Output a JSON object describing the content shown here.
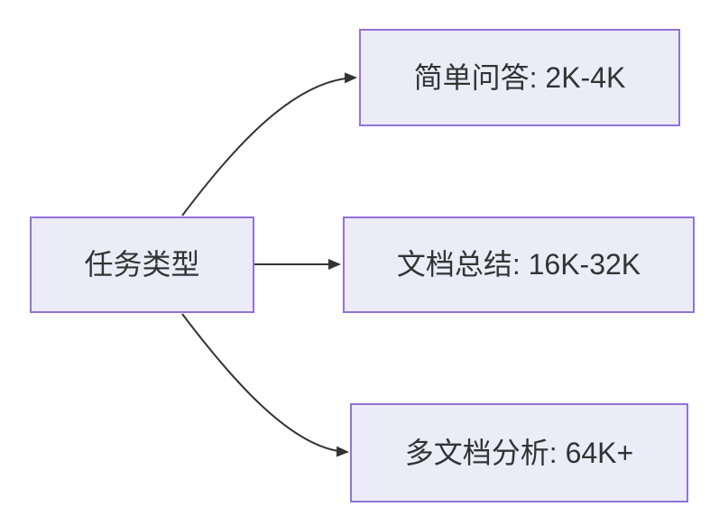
{
  "diagram": {
    "root": {
      "label": "任务类型"
    },
    "nodes": [
      {
        "label": "简单问答: 2K-4K"
      },
      {
        "label": "文档总结: 16K-32K"
      },
      {
        "label": "多文档分析: 64K+"
      }
    ],
    "edges": [
      {
        "from": "任务类型",
        "to": "简单问答: 2K-4K"
      },
      {
        "from": "任务类型",
        "to": "文档总结: 16K-32K"
      },
      {
        "from": "任务类型",
        "to": "多文档分析: 64K+"
      }
    ],
    "colors": {
      "node_fill": "#ECECF9",
      "node_border": "#9370DB",
      "edge_line": "#333333",
      "text": "#333333",
      "background": "#FFFFFF"
    }
  }
}
